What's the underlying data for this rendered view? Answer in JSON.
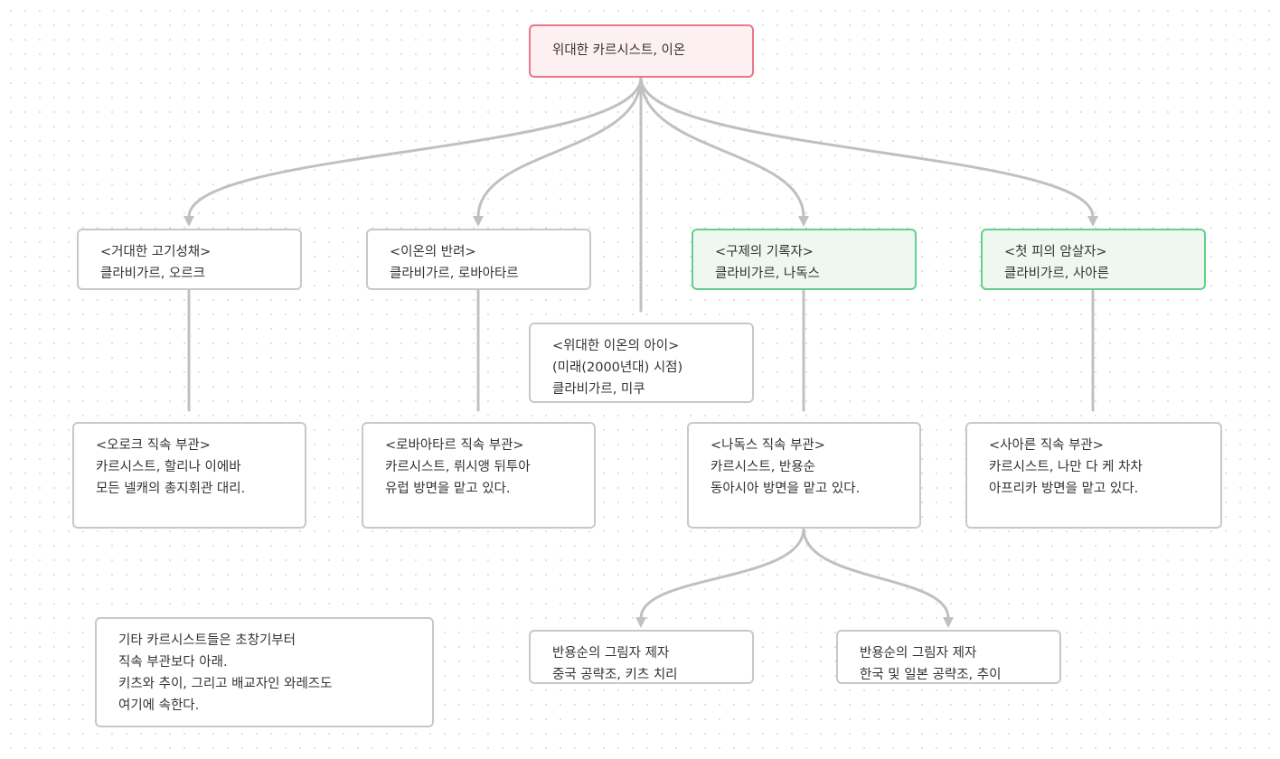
{
  "colors": {
    "connector": "#c0c0c0",
    "root_border": "#e8788a",
    "root_fill": "#fdf0f2",
    "highlight_border": "#62cf8a",
    "highlight_fill": "#eef8f1",
    "default_border": "#c8c8c8"
  },
  "nodes": {
    "root": {
      "lines": [
        "위대한 카르시스트, 이온"
      ]
    },
    "glutton": {
      "lines": [
        "<거대한 고기성채>",
        "클라비가르, 오르크"
      ]
    },
    "companion": {
      "lines": [
        "<이온의 반려>",
        "클라비가르, 로바아타르"
      ]
    },
    "child": {
      "lines": [
        "<위대한 이온의 아이>",
        "(미래(2000년대) 시점)",
        "클라비가르, 미쿠"
      ]
    },
    "recorder": {
      "lines": [
        "<구제의 기록자>",
        "클라비가르, 나독스"
      ]
    },
    "assassin": {
      "lines": [
        "<첫 피의 암살자>",
        "클라비가르, 사아른"
      ]
    },
    "orc_adjutant": {
      "lines": [
        "<오로크 직속 부관>",
        "카르시스트, 할리나 이에바",
        "모든 넬캐의 총지휘관 대리."
      ]
    },
    "lova_adjutant": {
      "lines": [
        "<로바아타르 직속 부관>",
        "카르시스트, 뤼시앵 뒤투아",
        "유럽 방면을 맡고 있다."
      ]
    },
    "nadox_adjutant": {
      "lines": [
        "<나독스 직속 부관>",
        "카르시스트, 반용순",
        "동아시아 방면을 맡고 있다."
      ]
    },
    "saaren_adjutant": {
      "lines": [
        "<사아른 직속 부관>",
        "카르시스트, 나만 다 케 차차",
        "아프리카 방면을 맡고 있다."
      ]
    },
    "others": {
      "lines": [
        "기타 카르시스트들은 초창기부터",
        "직속 부관보다 아래.",
        "키츠와 추이, 그리고 배교자인 와레즈도",
        "여기에 속한다."
      ]
    },
    "shadow_china": {
      "lines": [
        "반용순의 그림자 제자",
        "중국 공략조, 키츠 치리"
      ]
    },
    "shadow_korea_japan": {
      "lines": [
        "반용순의 그림자 제자",
        "한국 및 일본 공략조, 추이"
      ]
    }
  }
}
